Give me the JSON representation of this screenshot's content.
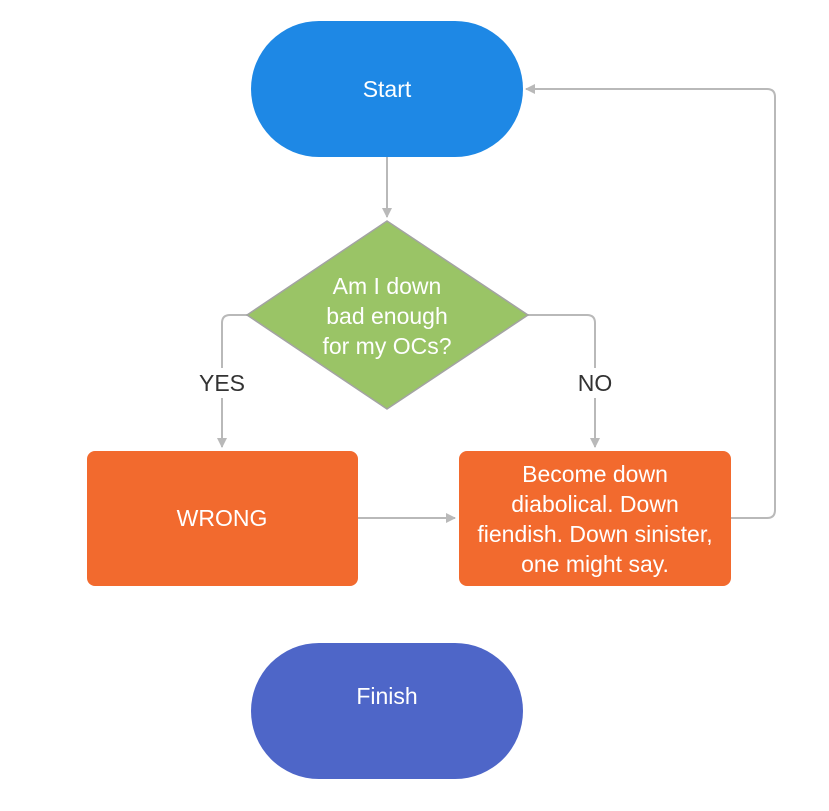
{
  "nodes": {
    "start": {
      "label": "Start",
      "color": "#1e88e5"
    },
    "decision": {
      "lines": [
        "Am I down",
        "bad enough",
        "for my OCs?"
      ],
      "color": "#9ac466"
    },
    "wrong": {
      "label": "WRONG",
      "color": "#f26a2e"
    },
    "become": {
      "lines": [
        "Become down",
        "diabolical. Down",
        "fiendish. Down sinister,",
        "one might say."
      ],
      "color": "#f26a2e"
    },
    "finish": {
      "label": "Finish",
      "color": "#4e66c8"
    }
  },
  "edges": {
    "yes_label": "YES",
    "no_label": "NO",
    "line_color": "#b9b9b9"
  }
}
